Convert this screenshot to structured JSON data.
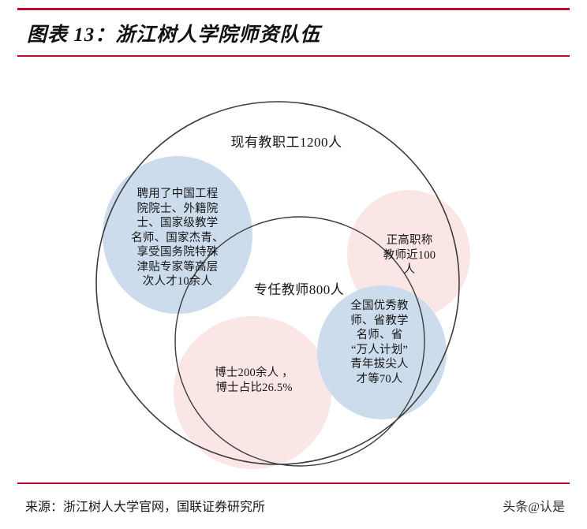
{
  "header": {
    "title": "图表 13：浙江树人学院师资队伍",
    "rule_color": "#bf0a30"
  },
  "diagram": {
    "type": "venn-nested-circles",
    "outer_circle": {
      "label": "现有教职工1200人",
      "stroke": "#3a3a3a"
    },
    "inner_circle": {
      "label": "专任教师800人",
      "stroke": "#3a3a3a"
    },
    "blobs": [
      {
        "name": "high-level-talent",
        "label": "聘用了中国工程\n院院士、外籍院\n士、国家级教学\n名师、国家杰青、\n享受国务院特殊\n津贴专家等高层\n次人才10余人",
        "color": "#ccdcec"
      },
      {
        "name": "senior-title-teachers",
        "label": "正高职称\n教师近100\n人",
        "color": "#fbe6e6"
      },
      {
        "name": "national-honor-teachers",
        "label": "全国优秀教\n师、省教学\n名师、省\n“万人计划”\n青年拔尖人\n才等70人",
        "color": "#ccdcec"
      },
      {
        "name": "phd-teachers",
        "label": "博士200余人 ，\n博士占比26.5%",
        "color": "#fbe6e6"
      }
    ]
  },
  "footer": {
    "source": "来源：浙江树人大学官网，国联证券研究所",
    "watermark": "头条@认是"
  }
}
